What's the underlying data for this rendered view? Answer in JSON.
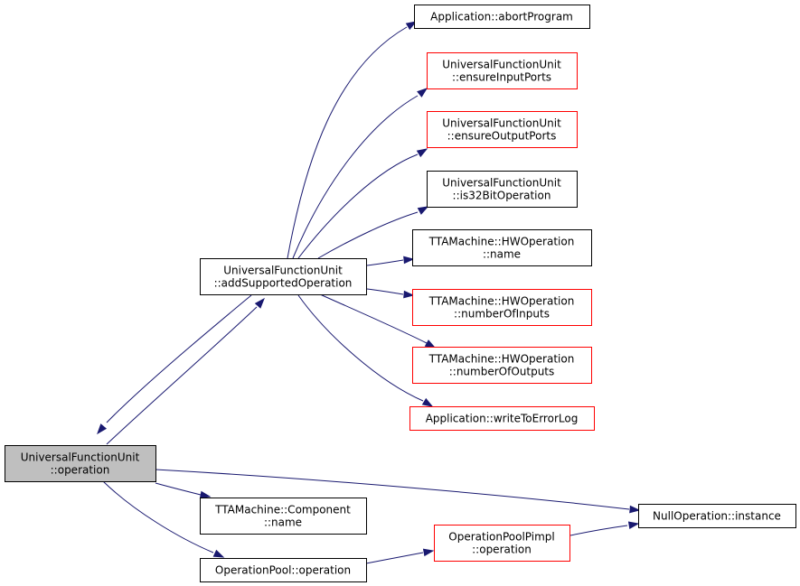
{
  "colors": {
    "edge": "#191970",
    "root_fill": "#bfbfbf",
    "node_fill": "#ffffff",
    "border_default": "#000000",
    "border_truncated": "#ff0000"
  },
  "nodes": {
    "operation": {
      "lines": [
        "UniversalFunctionUnit",
        "::operation"
      ],
      "border": "black",
      "root": true
    },
    "addSupported": {
      "lines": [
        "UniversalFunctionUnit",
        "::addSupportedOperation"
      ],
      "border": "black"
    },
    "abortProgram": {
      "lines": [
        "Application::abortProgram"
      ],
      "border": "black"
    },
    "ensureInput": {
      "lines": [
        "UniversalFunctionUnit",
        "::ensureInputPorts"
      ],
      "border": "red"
    },
    "ensureOutput": {
      "lines": [
        "UniversalFunctionUnit",
        "::ensureOutputPorts"
      ],
      "border": "red"
    },
    "is32Bit": {
      "lines": [
        "UniversalFunctionUnit",
        "::is32BitOperation"
      ],
      "border": "black"
    },
    "hwName": {
      "lines": [
        "TTAMachine::HWOperation",
        "::name"
      ],
      "border": "black"
    },
    "numInputs": {
      "lines": [
        "TTAMachine::HWOperation",
        "::numberOfInputs"
      ],
      "border": "red"
    },
    "numOutputs": {
      "lines": [
        "TTAMachine::HWOperation",
        "::numberOfOutputs"
      ],
      "border": "red"
    },
    "writeErrorLog": {
      "lines": [
        "Application::writeToErrorLog"
      ],
      "border": "red"
    },
    "componentName": {
      "lines": [
        "TTAMachine::Component",
        "::name"
      ],
      "border": "black"
    },
    "poolOperation": {
      "lines": [
        "OperationPool::operation"
      ],
      "border": "black"
    },
    "pimplOperation": {
      "lines": [
        "OperationPoolPimpl",
        "::operation"
      ],
      "border": "red"
    },
    "nullInstance": {
      "lines": [
        "NullOperation::instance"
      ],
      "border": "black"
    }
  },
  "edges": [
    [
      "operation",
      "addSupported"
    ],
    [
      "addSupported",
      "operation"
    ],
    [
      "addSupported",
      "abortProgram"
    ],
    [
      "addSupported",
      "ensureInput"
    ],
    [
      "addSupported",
      "ensureOutput"
    ],
    [
      "addSupported",
      "is32Bit"
    ],
    [
      "addSupported",
      "hwName"
    ],
    [
      "addSupported",
      "numInputs"
    ],
    [
      "addSupported",
      "numOutputs"
    ],
    [
      "addSupported",
      "writeErrorLog"
    ],
    [
      "operation",
      "nullInstance"
    ],
    [
      "operation",
      "componentName"
    ],
    [
      "operation",
      "poolOperation"
    ],
    [
      "poolOperation",
      "pimplOperation"
    ],
    [
      "pimplOperation",
      "nullInstance"
    ]
  ]
}
